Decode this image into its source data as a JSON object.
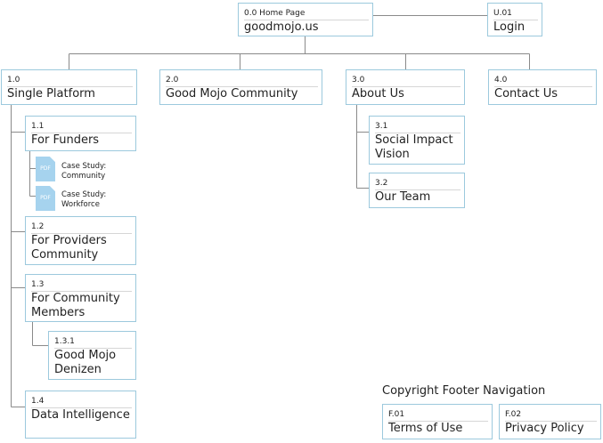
{
  "home": {
    "num": "0.0 Home Page",
    "title": "goodmojo.us"
  },
  "login": {
    "num": "U.01",
    "title": "Login"
  },
  "single_platform": {
    "num": "1.0",
    "title": "Single Platform"
  },
  "community": {
    "num": "2.0",
    "title": "Good Mojo Community"
  },
  "about": {
    "num": "3.0",
    "title": "About Us"
  },
  "contact": {
    "num": "4.0",
    "title": "Contact Us"
  },
  "funders": {
    "num": "1.1",
    "title": "For Funders"
  },
  "case_community": {
    "icon_text": "PDF",
    "label": "Case Study: Community"
  },
  "case_workforce": {
    "icon_text": "PDF",
    "label": "Case Study: Workforce"
  },
  "providers": {
    "num": "1.2",
    "title": "For Providers Community"
  },
  "members": {
    "num": "1.3",
    "title": "For Community Members"
  },
  "denizen": {
    "num": "1.3.1",
    "title": "Good Mojo Denizen"
  },
  "data_intel": {
    "num": "1.4",
    "title": "Data Intelligence"
  },
  "vision": {
    "num": "3.1",
    "title": "Social Impact Vision"
  },
  "team": {
    "num": "3.2",
    "title": "Our Team"
  },
  "footer": {
    "title": "Copyright Footer Navigation",
    "terms": {
      "num": "F.01",
      "title": "Terms of Use"
    },
    "privacy": {
      "num": "F.02",
      "title": "Privacy Policy"
    }
  },
  "colors": {
    "node_border": "#9cc9dd",
    "connector": "#8a8a8a",
    "pdf_icon": "#a6d3ee"
  }
}
